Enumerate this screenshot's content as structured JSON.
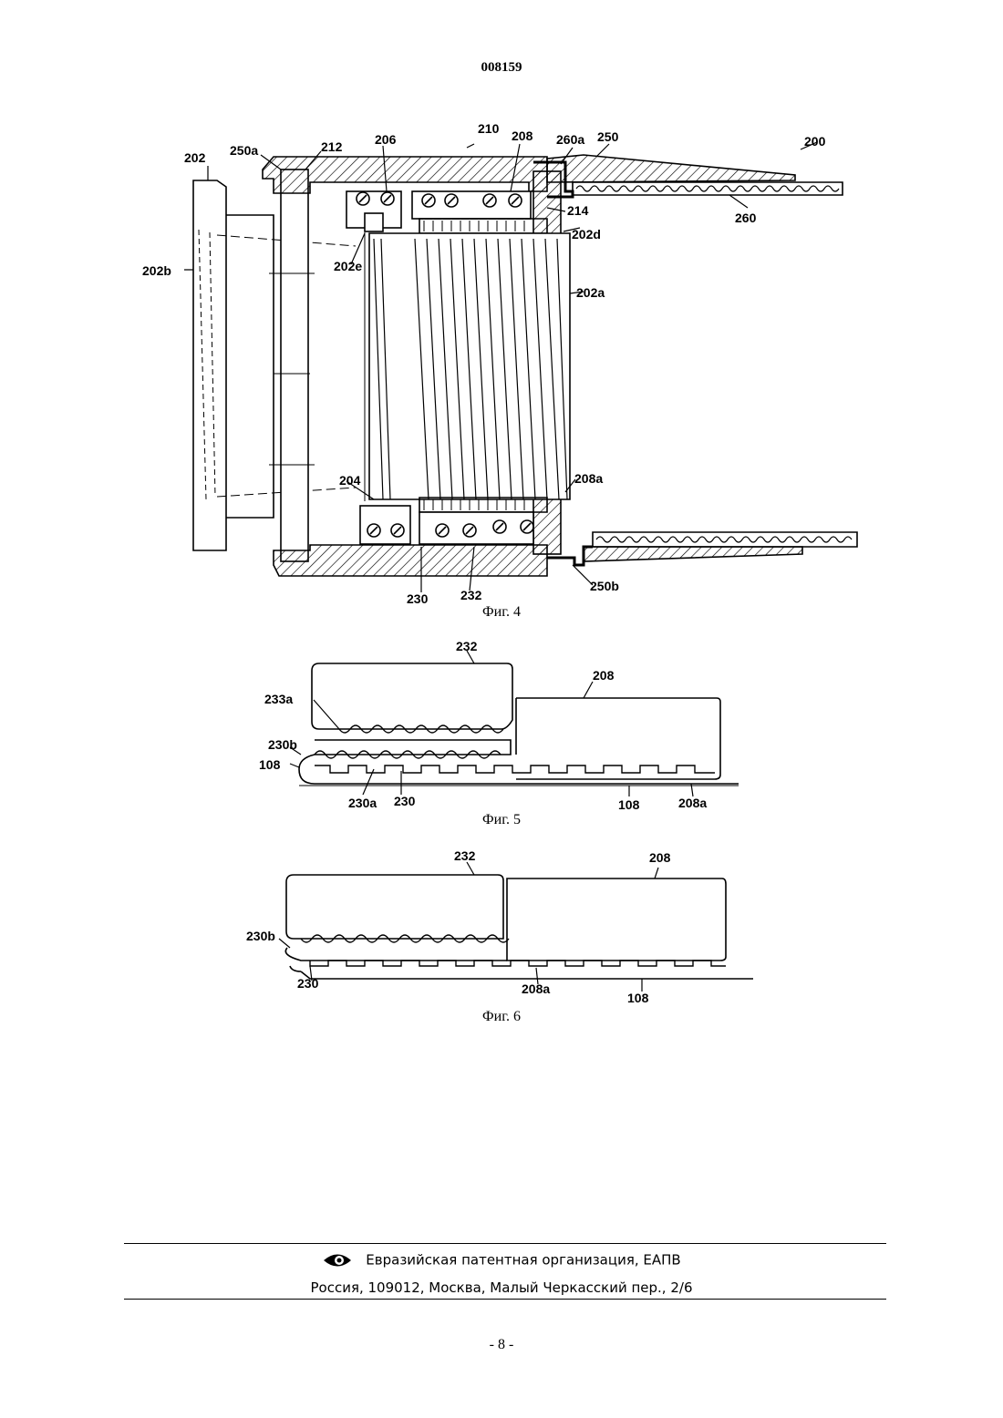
{
  "header": {
    "doc_number": "008159"
  },
  "figures": {
    "fig4": {
      "caption": "Фиг. 4",
      "labels": {
        "l210": "210",
        "l206": "206",
        "l208": "208",
        "l260a": "260a",
        "l250": "250",
        "l200": "200",
        "l202": "202",
        "l250a": "250a",
        "l212": "212",
        "l214": "214",
        "l260": "260",
        "l202d": "202d",
        "l202b": "202b",
        "l202e": "202e",
        "l202a": "202a",
        "l204": "204",
        "l208a": "208a",
        "l230": "230",
        "l232": "232",
        "l250b": "250b"
      }
    },
    "fig5": {
      "caption": "Фиг. 5",
      "labels": {
        "l232": "232",
        "l208": "208",
        "l233a": "233a",
        "l230b": "230b",
        "l108a": "108",
        "l230a": "230a",
        "l230": "230",
        "l108b": "108",
        "l208a": "208a"
      }
    },
    "fig6": {
      "caption": "Фиг. 6",
      "labels": {
        "l232": "232",
        "l208": "208",
        "l230b": "230b",
        "l230": "230",
        "l208a": "208a",
        "l108": "108"
      }
    }
  },
  "footer": {
    "organization": "Евразийская патентная организация, ЕАПВ",
    "address": "Россия, 109012, Москва, Малый Черкасский пер., 2/6"
  },
  "page_number": "- 8 -"
}
